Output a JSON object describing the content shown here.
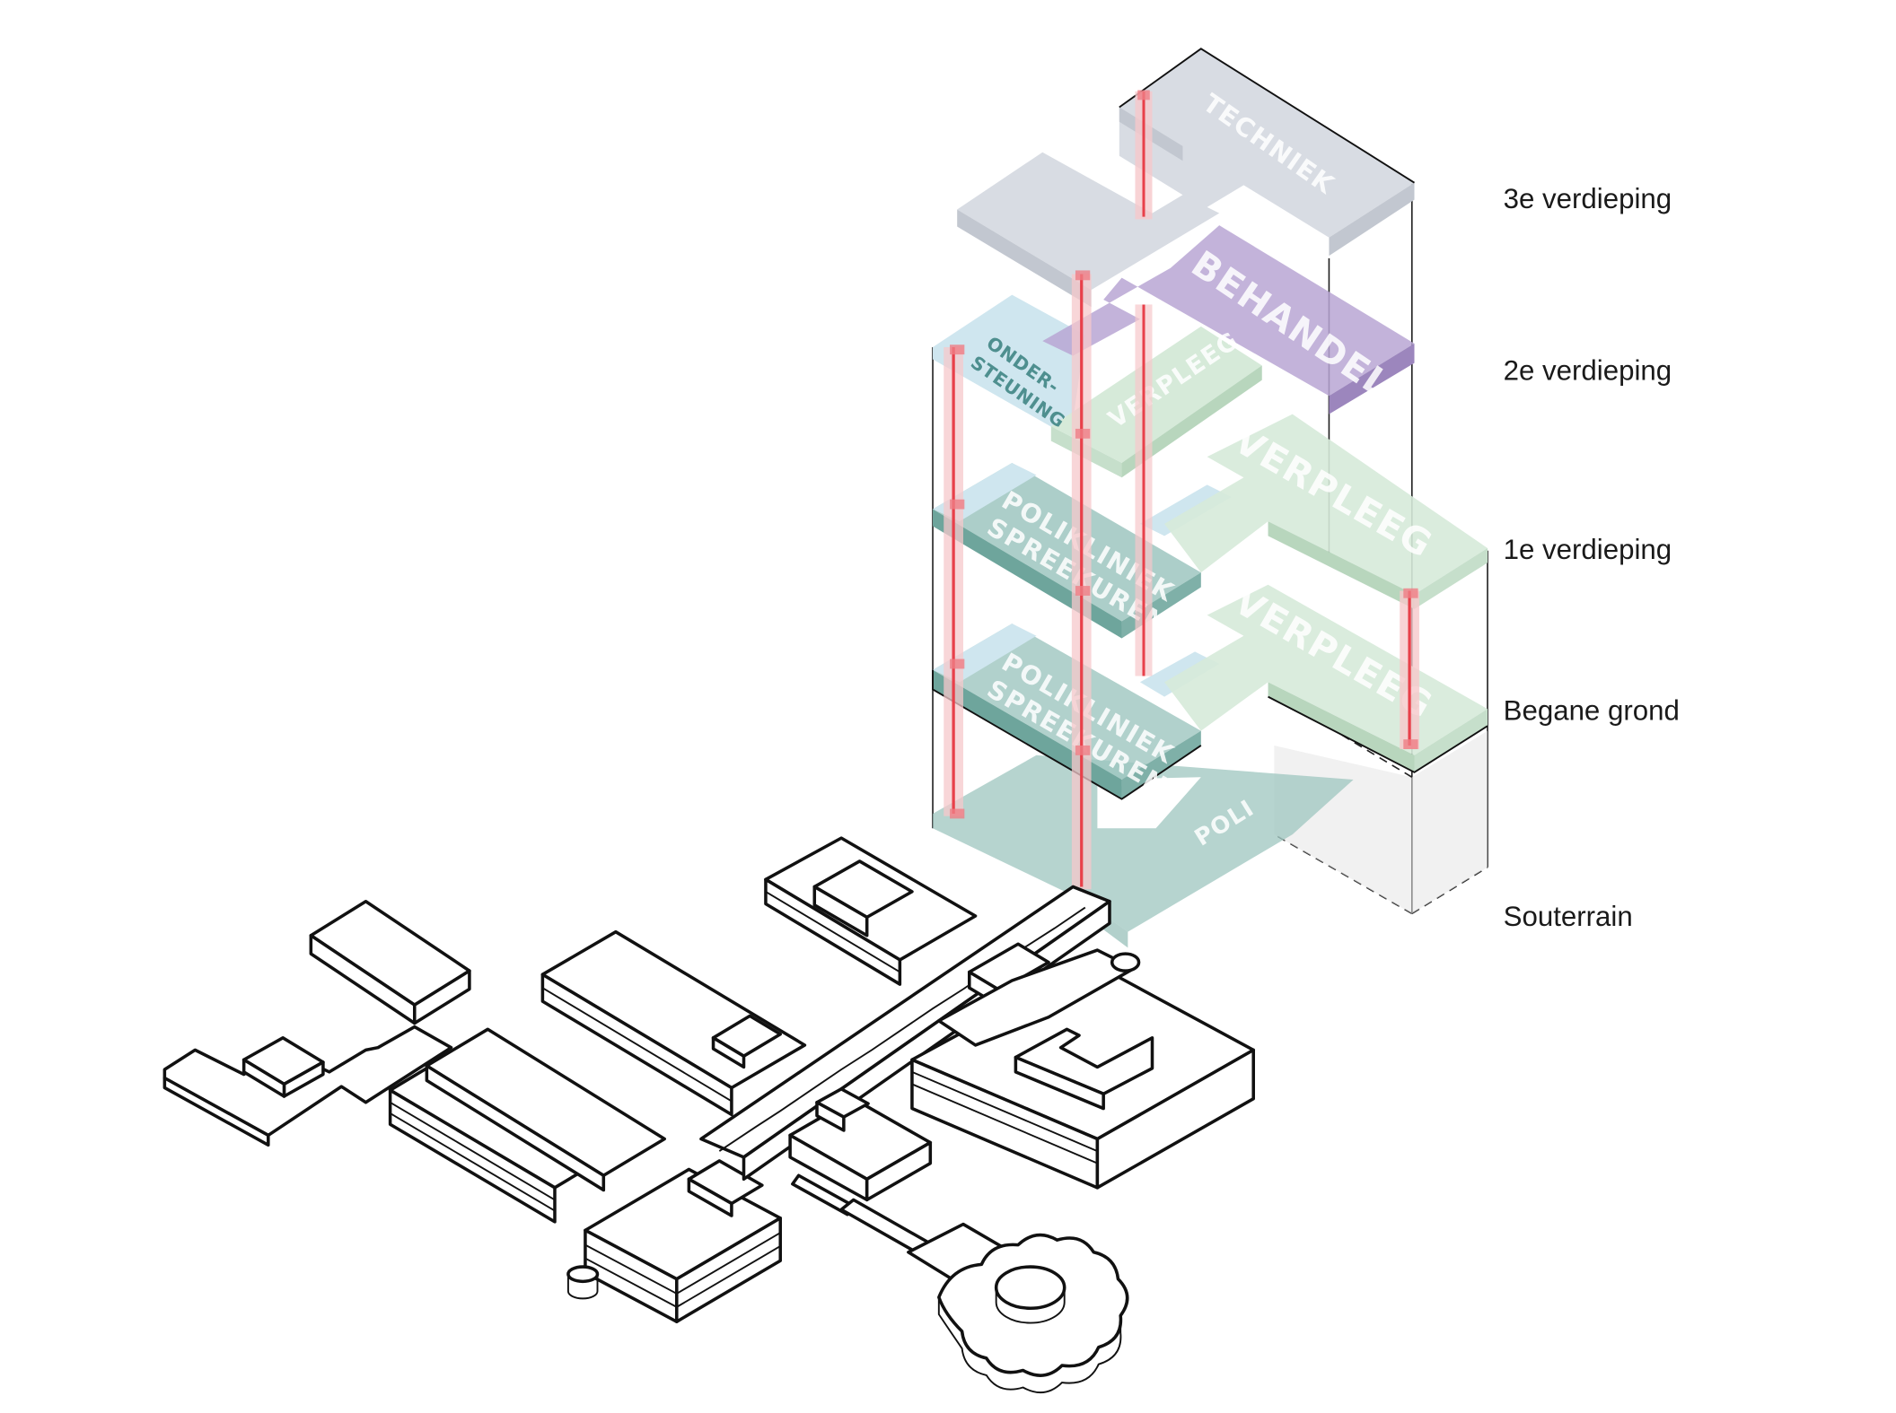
{
  "floors": {
    "third": "3e verdieping",
    "second": "2e verdieping",
    "first": "1e verdieping",
    "ground": "Begane grond",
    "basement": "Souterrain"
  },
  "zones": {
    "techniek": "TECHNIEK",
    "behandel": "BEHANDEL",
    "ondersteuning_1": "ONDER-",
    "ondersteuning_2": "STEUNING",
    "verpleeg_small": "VERPLEEG",
    "verpleeg_first": "VERPLEEG",
    "verpleeg_ground": "VERPLEEG",
    "polikliniek_first_1": "POLIKLINIEK",
    "polikliniek_first_2": "SPREEKUREN",
    "polikliniek_ground_1": "POLIKLINIEK",
    "polikliniek_ground_2": "SPREEKUREN",
    "poli": "POLI"
  },
  "colors": {
    "techniek": "#d8dce3",
    "behandel": "#b9a6d3",
    "ondersteuning": "#cfe6ef",
    "verpleeg": "#d6ead9",
    "polikliniek": "#9ec6bf",
    "poli": "#9ec6bf",
    "shaft": "#e8404a",
    "shaft_glow": "#f6c8cb"
  }
}
